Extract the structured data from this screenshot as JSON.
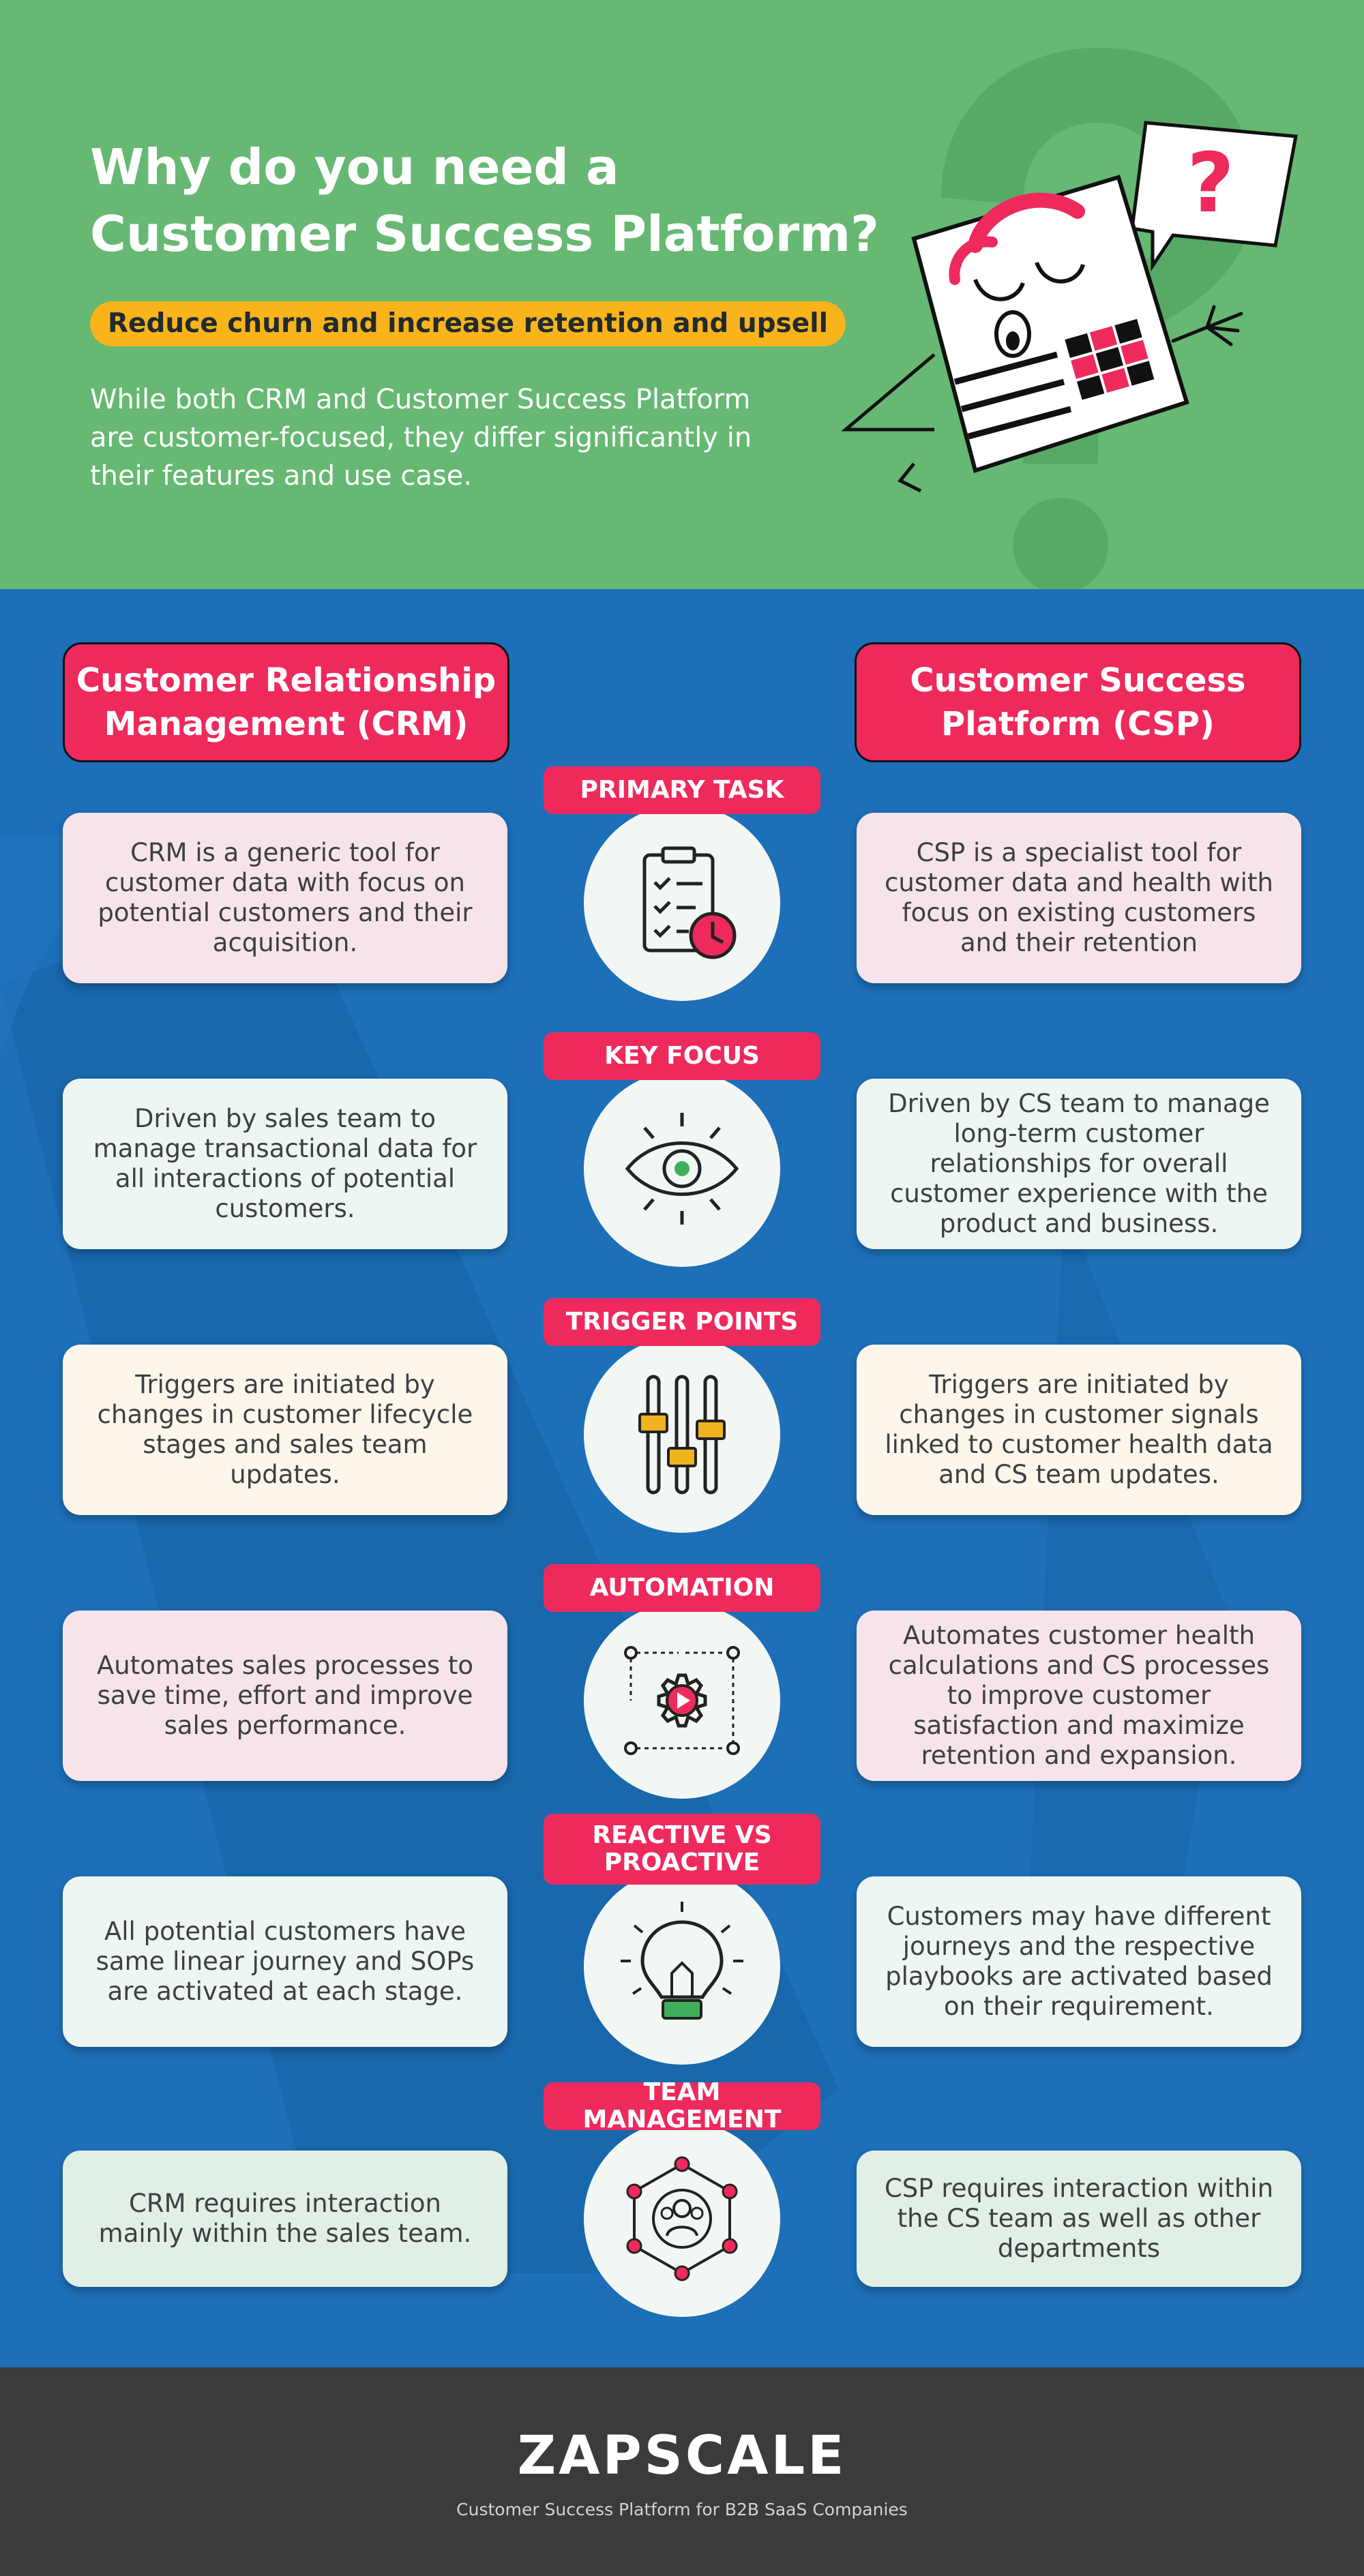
{
  "hero": {
    "title_line1": "Why do you need a",
    "title_line2": "Customer Success Platform?",
    "highlight": "Reduce churn and increase retention and upsell",
    "intro": "While both CRM and Customer Success Platform are customer-focused, they differ significantly in their features and use case.",
    "mascot_symbol": "?"
  },
  "columns": {
    "crm_title": "Customer Relationship Management (CRM)",
    "csp_title": "Customer Success Platform (CSP)"
  },
  "rows": [
    {
      "label": "PRIMARY TASK",
      "icon": "clipboard-clock-icon",
      "crm": "CRM is a generic tool for customer data with focus on potential customers and their acquisition.",
      "csp": "CSP is a specialist tool for customer data and health with focus on existing customers and their retention"
    },
    {
      "label": "KEY FOCUS",
      "icon": "eye-icon",
      "crm": "Driven by sales team to manage transactional data for all interactions of potential customers.",
      "csp": "Driven by CS team to manage long-term customer relationships for overall customer experience with the product and business."
    },
    {
      "label": "TRIGGER POINTS",
      "icon": "sliders-icon",
      "crm": "Triggers are initiated by changes in customer lifecycle stages and sales team updates.",
      "csp": "Triggers are initiated by changes in customer signals linked to customer health data and CS team updates."
    },
    {
      "label": "AUTOMATION",
      "icon": "gear-play-icon",
      "crm": "Automates sales processes to save time, effort and improve sales performance.",
      "csp": "Automates customer health calculations and CS processes to improve customer satisfaction and maximize retention and expansion."
    },
    {
      "label": "REACTIVE VS PROACTIVE",
      "icon": "lightbulb-icon",
      "crm": "All potential customers have same linear journey and SOPs are activated at each stage.",
      "csp": "Customers may have different journeys and the respective playbooks are activated based on their requirement."
    },
    {
      "label": "TEAM MANAGEMENT",
      "icon": "team-network-icon",
      "crm": "CRM requires interaction mainly within the sales team.",
      "csp": "CSP requires interaction within the CS team as well as other departments"
    }
  ],
  "footer": {
    "brand": "ZAPSCALE",
    "tagline": "Customer Success Platform for B2B SaaS Companies"
  },
  "colors": {
    "hero_bg": "#66b872",
    "main_bg": "#1d6fb8",
    "accent_pink": "#ee2a5d",
    "highlight_yellow": "#f9b31b",
    "footer_bg": "#3b3b3b"
  }
}
